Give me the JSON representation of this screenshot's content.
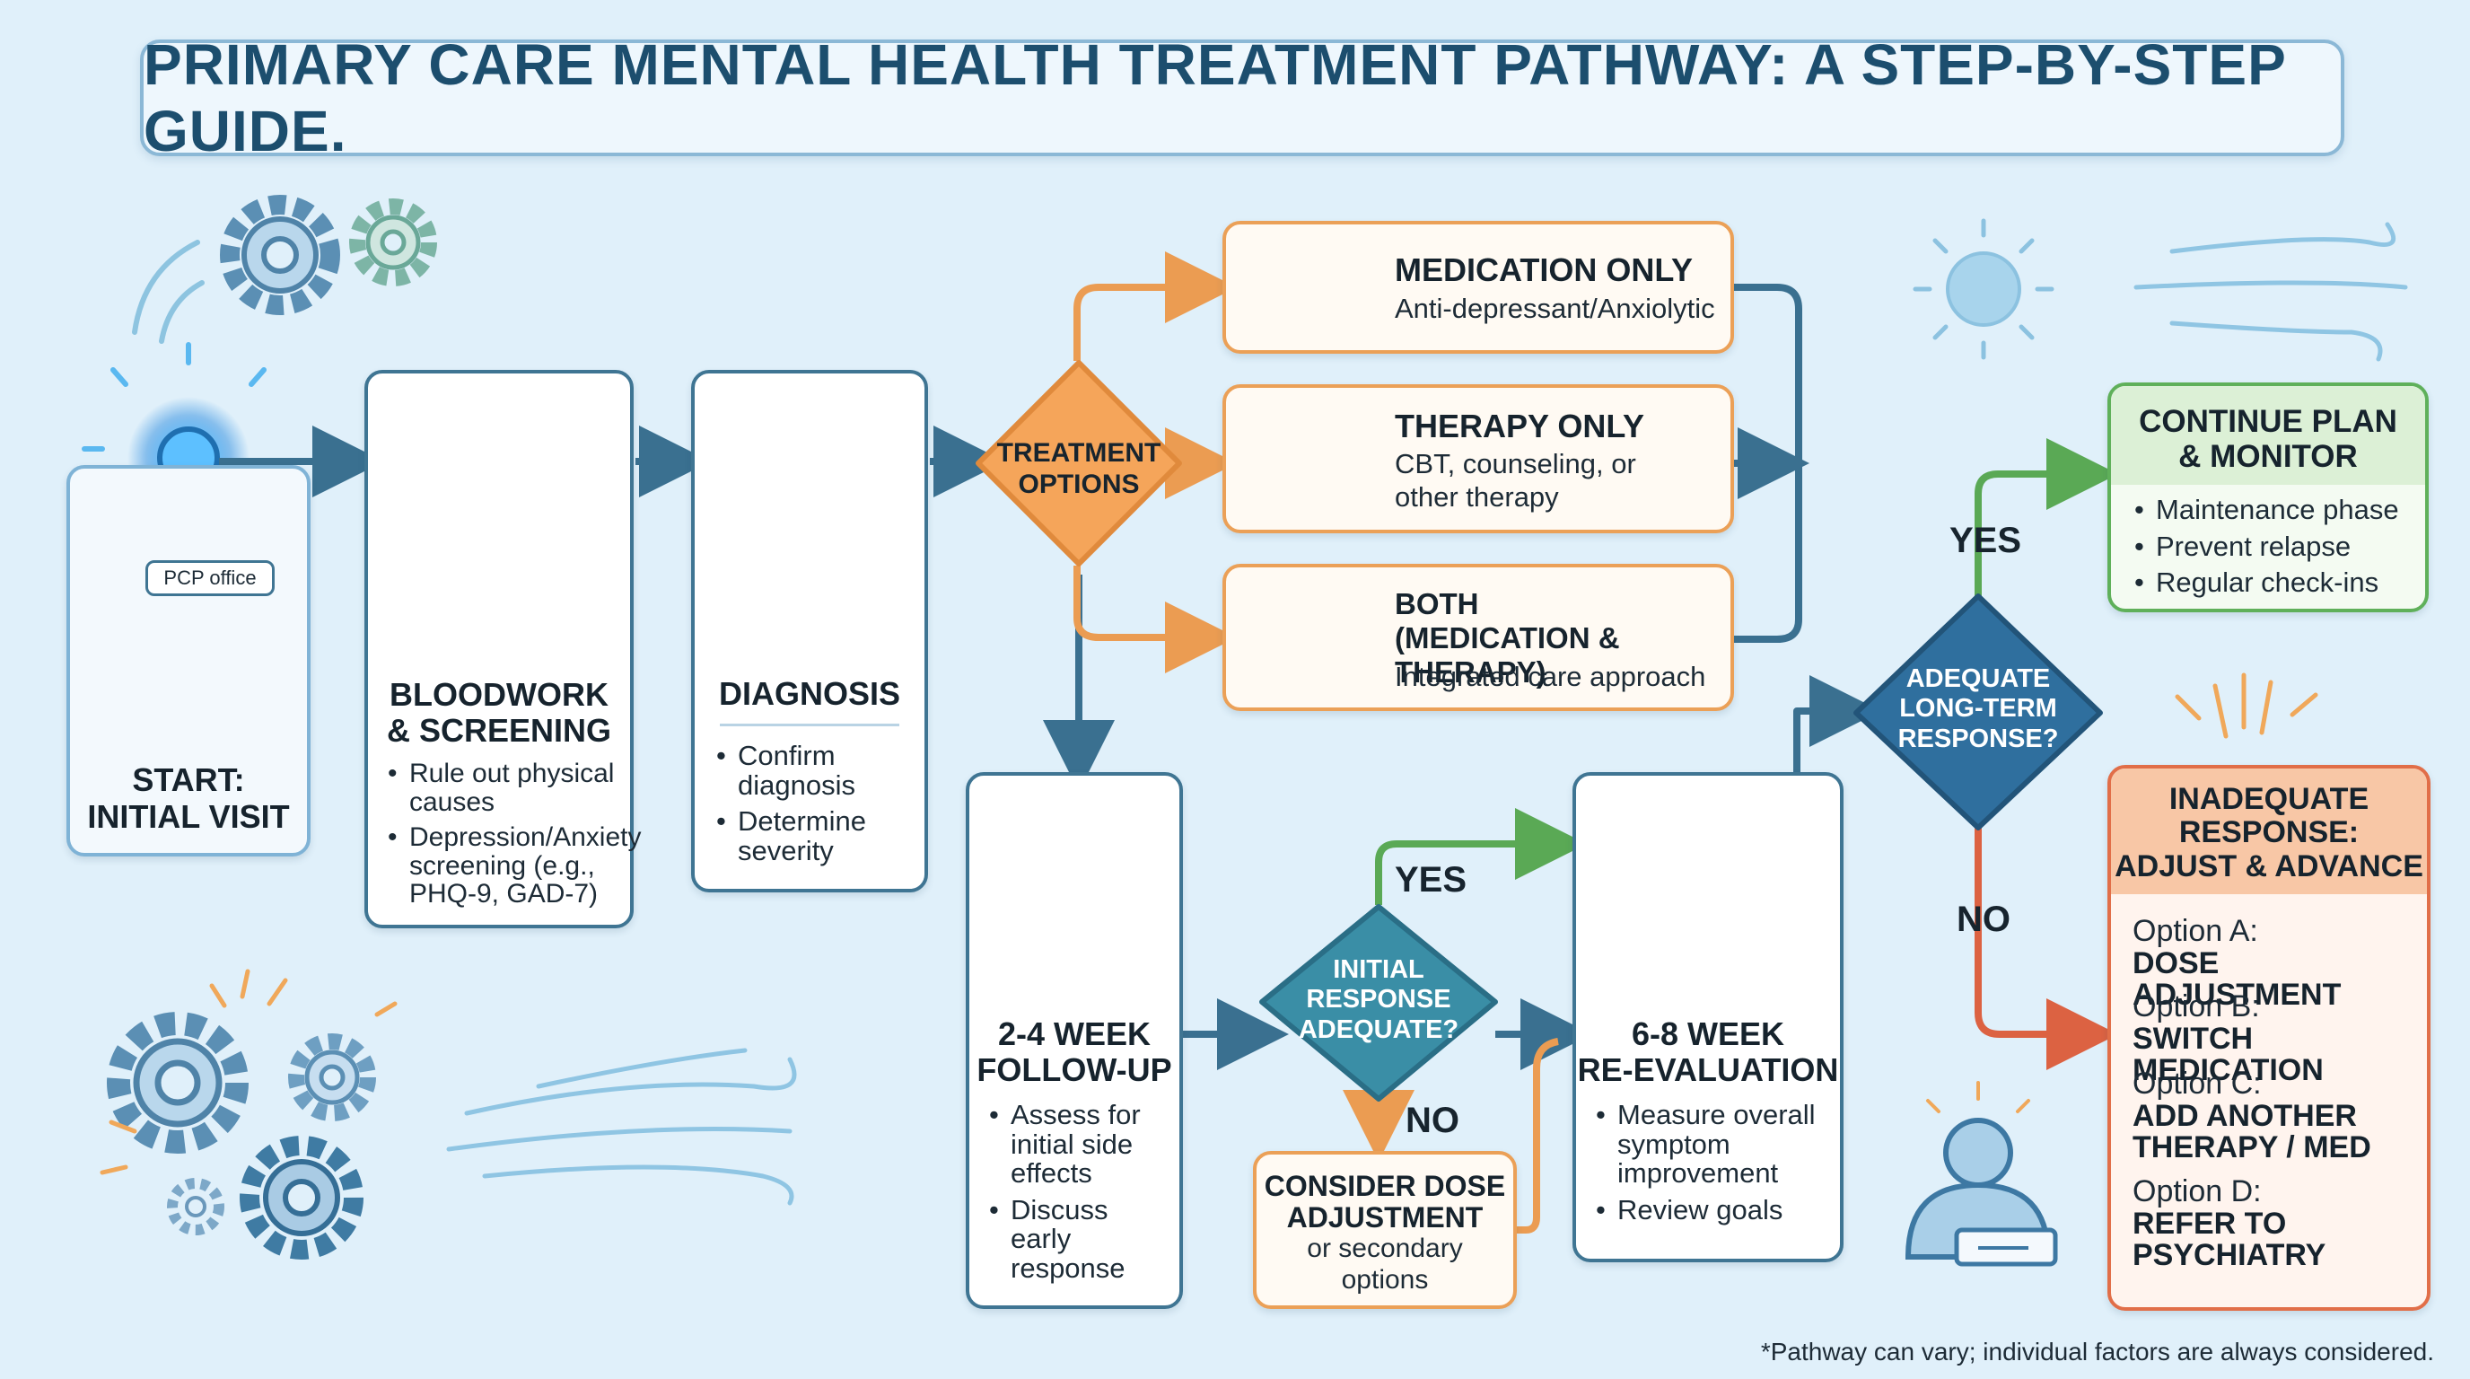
{
  "title": "PRIMARY CARE MENTAL HEALTH TREATMENT PATHWAY: A STEP-BY-STEP GUIDE.",
  "start": {
    "badge": "PCP office",
    "label_line1": "START:",
    "label_line2": "INITIAL VISIT"
  },
  "bloodwork": {
    "title_line1": "BLOODWORK",
    "title_line2": "& SCREENING",
    "items": [
      "Rule out physical causes",
      "Depression/Anxiety screening (e.g., PHQ-9, GAD-7)"
    ]
  },
  "diagnosis": {
    "title": "DIAGNOSIS",
    "items": [
      "Confirm diagnosis",
      "Determine severity"
    ]
  },
  "treatment_options": {
    "line1": "TREATMENT",
    "line2": "OPTIONS"
  },
  "medication_only": {
    "title": "MEDICATION ONLY",
    "subtitle": "Anti-depressant/Anxiolytic"
  },
  "therapy_only": {
    "title": "THERAPY ONLY",
    "subtitle_line1": "CBT, counseling, or",
    "subtitle_line2": "other therapy"
  },
  "both": {
    "title": "BOTH",
    "title_line2": "(MEDICATION & THERAPY)",
    "subtitle": "Integrated care approach"
  },
  "followup": {
    "title_line1": "2-4 WEEK",
    "title_line2": "FOLLOW-UP",
    "items": [
      "Assess for initial side effects",
      "Discuss early response"
    ]
  },
  "initial_response": {
    "line1": "INITIAL",
    "line2": "RESPONSE",
    "line3": "ADEQUATE?"
  },
  "consider_dose": {
    "line1": "CONSIDER DOSE",
    "line2": "ADJUSTMENT",
    "line3": "or secondary",
    "line4": "options"
  },
  "reevaluation": {
    "title_line1": "6-8 WEEK",
    "title_line2": "RE-EVALUATION",
    "items": [
      "Measure overall symptom improvement",
      "Review goals"
    ]
  },
  "longterm": {
    "line1": "ADEQUATE",
    "line2": "LONG-TERM",
    "line3": "RESPONSE?"
  },
  "continue_plan": {
    "title_line1": "CONTINUE PLAN",
    "title_line2": "& MONITOR",
    "items": [
      "Maintenance phase",
      "Prevent relapse",
      "Regular check-ins"
    ]
  },
  "inadequate": {
    "title_line1": "INADEQUATE",
    "title_line2": "RESPONSE:",
    "title_line3": "ADJUST & ADVANCE",
    "options": [
      {
        "label": "Option A:",
        "text_line1": "DOSE ADJUSTMENT",
        "text_line2": ""
      },
      {
        "label": "Option B:",
        "text_line1": "SWITCH MEDICATION",
        "text_line2": ""
      },
      {
        "label": "Option C:",
        "text_line1": "ADD ANOTHER",
        "text_line2": "THERAPY / MED"
      },
      {
        "label": "Option D:",
        "text_line1": "REFER TO",
        "text_line2": "PSYCHIATRY"
      }
    ]
  },
  "labels": {
    "yes1": "YES",
    "no1": "NO",
    "yes2": "YES",
    "no2": "NO"
  },
  "footnote": "*Pathway can vary; individual factors are always considered.",
  "icons": [
    "gear-icon",
    "sun-icon",
    "wind-icon",
    "clock-icon",
    "calendar-icon",
    "magnifier-icon",
    "test-tube-icon",
    "clipboard-icon",
    "pill-bottle-icon",
    "doctor-icon",
    "person-icon",
    "bar-chart-icon"
  ],
  "colors": {
    "navy": "#3f7593",
    "orange": "#eba057",
    "green": "#5fb05a",
    "red": "#e16e48",
    "diamond_orange": "#f5a55a",
    "diamond_teal": "#3a8ea6",
    "diamond_blue": "#2f6f9e"
  }
}
